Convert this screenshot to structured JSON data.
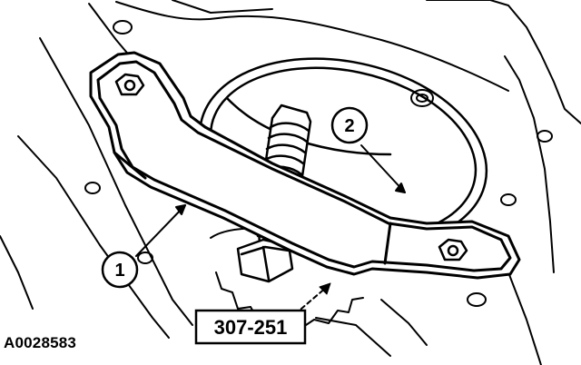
{
  "figure": {
    "id_label": "A0028583",
    "tool_number": "307-251"
  },
  "callouts": [
    {
      "number": "1",
      "target": "special-tool-bracket"
    },
    {
      "number": "2",
      "target": "seal-cover"
    }
  ]
}
